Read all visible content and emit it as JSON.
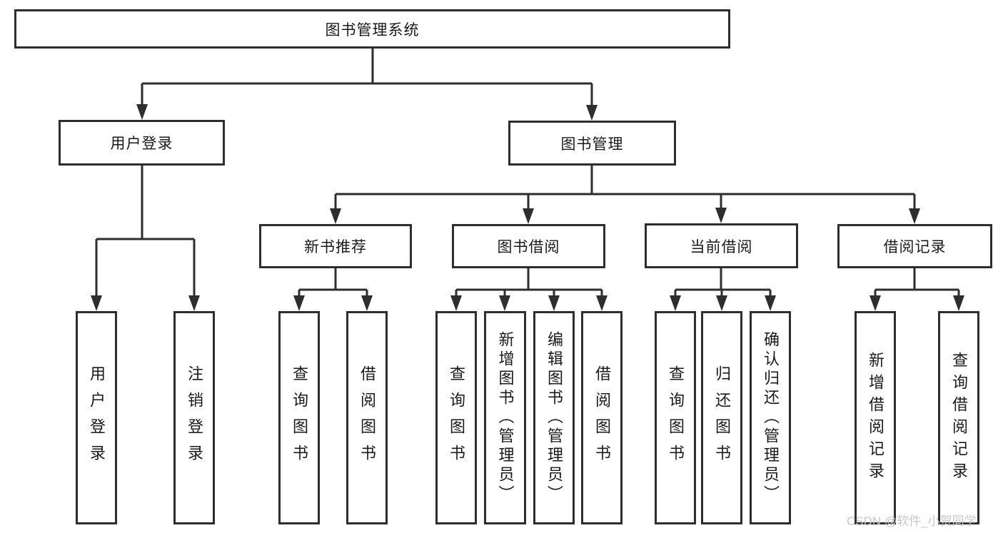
{
  "title": "图书管理系统",
  "watermark": "CSDN @软件_小贺同学",
  "colors": {
    "line": "#2e2e2e",
    "box_border": "#2e2e2e",
    "text": "#1a1a1a",
    "watermark": "#c7c7c7",
    "background": "#ffffff"
  },
  "nodes": {
    "root": {
      "label": "图书管理系统"
    },
    "user_login": {
      "label": "用户登录"
    },
    "book_mgmt": {
      "label": "图书管理"
    },
    "new_book_rec": {
      "label": "新书推荐"
    },
    "book_borrow": {
      "label": "图书借阅"
    },
    "current_borrow": {
      "label": "当前借阅"
    },
    "borrow_records": {
      "label": "借阅记录"
    },
    "leaf_user_login": {
      "label": "用户登录"
    },
    "leaf_logout": {
      "label": "注销登录"
    },
    "leaf_rec_query": {
      "label": "查询图书"
    },
    "leaf_rec_borrow": {
      "label": "借阅图书"
    },
    "leaf_bor_query": {
      "label": "查询图书"
    },
    "leaf_bor_add": {
      "label": "新增图书（管理员）"
    },
    "leaf_bor_edit": {
      "label": "编辑图书（管理员）"
    },
    "leaf_bor_borrow": {
      "label": "借阅图书"
    },
    "leaf_cur_query": {
      "label": "查询图书"
    },
    "leaf_cur_return": {
      "label": "归还图书"
    },
    "leaf_cur_confirm": {
      "label": "确认归还（管理员）"
    },
    "leaf_records_add": {
      "label": "新增借阅记录"
    },
    "leaf_records_query": {
      "label": "查询借阅记录"
    }
  },
  "hierarchy": {
    "图书管理系统": {
      "用户登录": [
        "用户登录",
        "注销登录"
      ],
      "图书管理": {
        "新书推荐": [
          "查询图书",
          "借阅图书"
        ],
        "图书借阅": [
          "查询图书",
          "新增图书（管理员）",
          "编辑图书（管理员）",
          "借阅图书"
        ],
        "当前借阅": [
          "查询图书",
          "归还图书",
          "确认归还（管理员）"
        ],
        "借阅记录": [
          "新增借阅记录",
          "查询借阅记录"
        ]
      }
    }
  }
}
